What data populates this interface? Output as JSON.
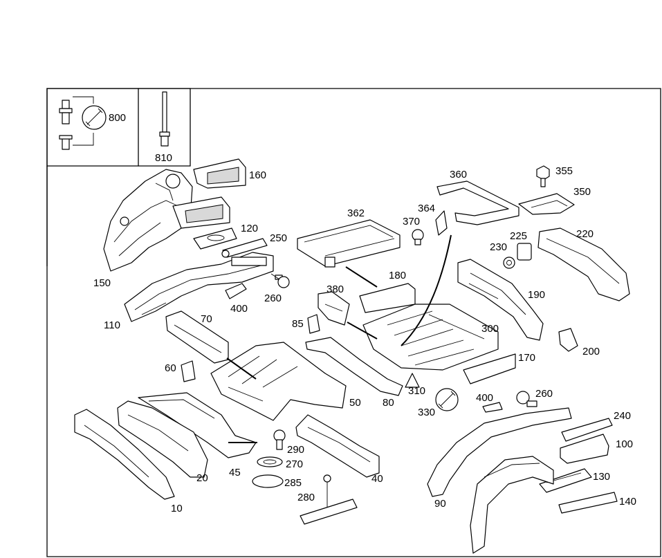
{
  "diagram": {
    "callouts": {
      "p800": "800",
      "p810": "810",
      "p160": "160",
      "p150": "150",
      "p120": "120",
      "p250": "250",
      "p110": "110",
      "p400a": "400",
      "p260a": "260",
      "p362": "362",
      "p360": "360",
      "p364": "364",
      "p370": "370",
      "p355": "355",
      "p350": "350",
      "p225": "225",
      "p230": "230",
      "p220": "220",
      "p180": "180",
      "p380": "380",
      "p85": "85",
      "p190": "190",
      "p300": "300",
      "p200": "200",
      "p170": "170",
      "p70": "70",
      "p60": "60",
      "p50": "50",
      "p80": "80",
      "p310": "310",
      "p330": "330",
      "p400b": "400",
      "p260b": "260",
      "p240": "240",
      "p100": "100",
      "p130": "130",
      "p140": "140",
      "p90": "90",
      "p290": "290",
      "p270": "270",
      "p285": "285",
      "p280": "280",
      "p45": "45",
      "p40": "40",
      "p20": "20",
      "p10": "10"
    }
  }
}
